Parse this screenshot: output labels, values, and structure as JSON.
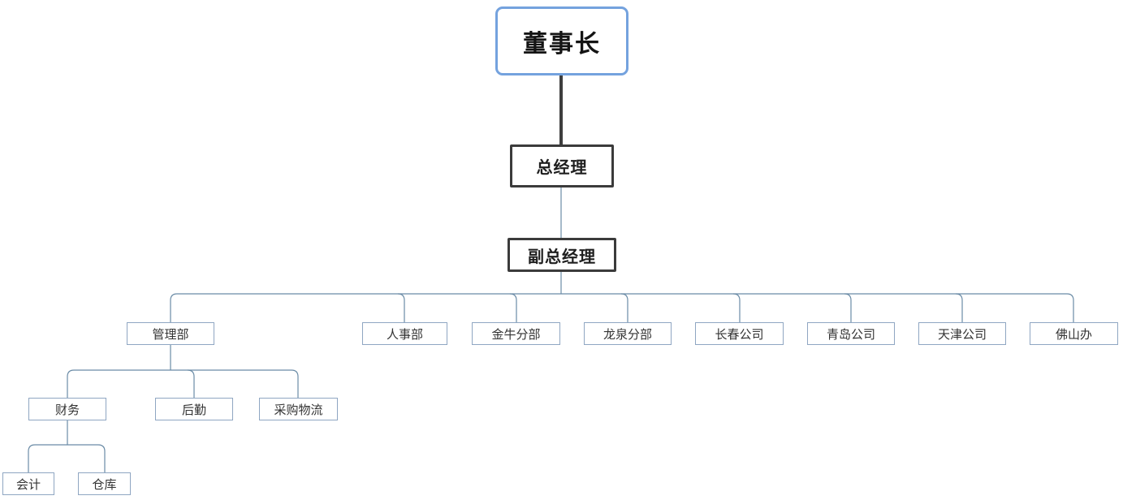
{
  "diagram": {
    "type": "org-chart",
    "nodes": {
      "chairman": {
        "label": "董事长",
        "level": 1
      },
      "general_manager": {
        "label": "总经理",
        "level": 2
      },
      "deputy_general_manager": {
        "label": "副总经理",
        "level": 3
      },
      "management_dept": {
        "label": "管理部",
        "level": 4
      },
      "hr_dept": {
        "label": "人事部",
        "level": 4
      },
      "jinniu_branch": {
        "label": "金牛分部",
        "level": 4
      },
      "longquan_branch": {
        "label": "龙泉分部",
        "level": 4
      },
      "changchun_company": {
        "label": "长春公司",
        "level": 4
      },
      "qingdao_company": {
        "label": "青岛公司",
        "level": 4
      },
      "tianjin_company": {
        "label": "天津公司",
        "level": 4
      },
      "foshan_office": {
        "label": "佛山办",
        "level": 4
      },
      "finance": {
        "label": "财务",
        "level": 5
      },
      "logistics": {
        "label": "后勤",
        "level": 5
      },
      "procurement_logistics": {
        "label": "采购物流",
        "level": 5
      },
      "accounting": {
        "label": "会计",
        "level": 6
      },
      "warehouse": {
        "label": "仓库",
        "level": 6
      }
    },
    "structure": {
      "chairman": [
        "general_manager"
      ],
      "general_manager": [
        "deputy_general_manager"
      ],
      "deputy_general_manager": [
        "management_dept",
        "hr_dept",
        "jinniu_branch",
        "longquan_branch",
        "changchun_company",
        "qingdao_company",
        "tianjin_company",
        "foshan_office"
      ],
      "management_dept": [
        "finance",
        "logistics",
        "procurement_logistics"
      ],
      "finance": [
        "accounting",
        "warehouse"
      ]
    },
    "colors": {
      "root_border": "#74a2de",
      "exec_border": "#3b3b3b",
      "small_node_border": "#8fa6c2",
      "connector": "#6a8ba6",
      "trunk_connector": "#3e3e3e",
      "background": "#ffffff"
    }
  }
}
